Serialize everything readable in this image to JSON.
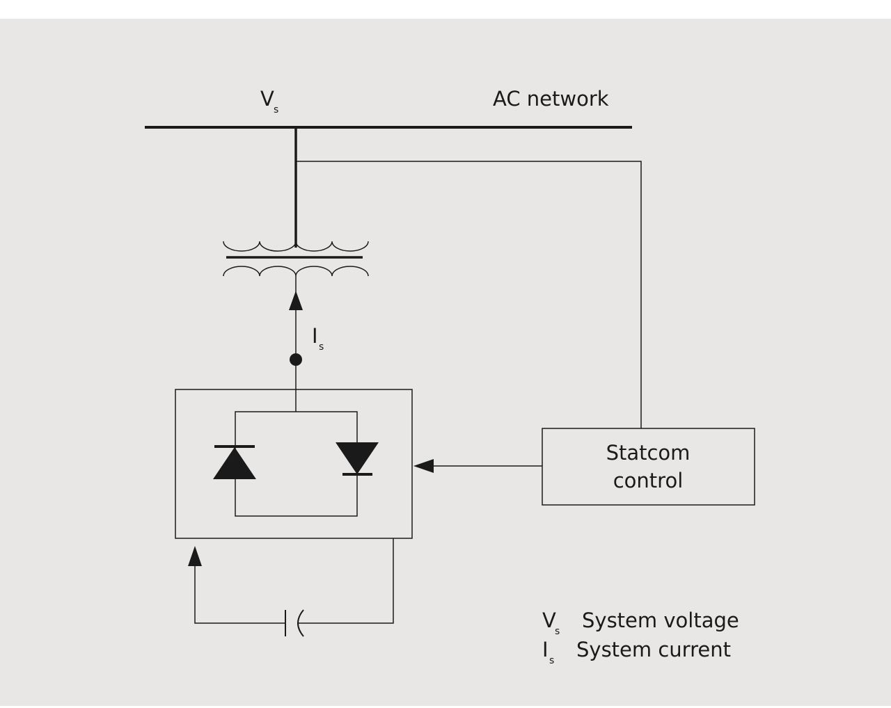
{
  "colors": {
    "background": "#e8e7e5",
    "stroke": "#1a1a1a"
  },
  "labels": {
    "bus_voltage_main": "V",
    "bus_voltage_sub": "s",
    "ac_network": "AC network",
    "current_main": "I",
    "current_sub": "s",
    "control_line1": "Statcom",
    "control_line2": "control"
  },
  "legend": [
    {
      "symbol_main": "V",
      "symbol_sub": "s",
      "text": "System voltage"
    },
    {
      "symbol_main": "I",
      "symbol_sub": "s",
      "text": "System current"
    }
  ]
}
